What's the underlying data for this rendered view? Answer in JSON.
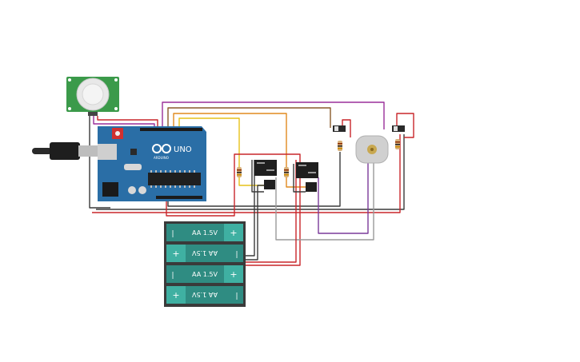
{
  "arduino": {
    "logo_text": "UNO",
    "brand_text": "ARDUINO"
  },
  "battery_pack": {
    "cells": [
      {
        "label": "AA 1.5V",
        "plus": "+",
        "minus": "|",
        "orientation": "normal"
      },
      {
        "label": "AA 1.5V",
        "plus": "+",
        "minus": "|",
        "orientation": "flipped"
      },
      {
        "label": "AA 1.5V",
        "plus": "+",
        "minus": "|",
        "orientation": "normal"
      },
      {
        "label": "AA 1.5V",
        "plus": "+",
        "minus": "|",
        "orientation": "flipped"
      }
    ]
  },
  "colors": {
    "board": "#2a6ea6",
    "battery": "#2f8c82",
    "battery_frame": "#3a3a3a",
    "pir": "#3b9a4a",
    "wire_red": "#c9262a",
    "wire_black": "#3a3a3a",
    "wire_purple": "#9a2f9a",
    "wire_brown": "#8a5a2a",
    "wire_orange": "#e08a1e",
    "wire_yellow": "#e6c21a",
    "wire_gray": "#9a9a9a",
    "wire_violet": "#7a3a9a"
  },
  "components": {
    "pir_sensor": "pir-motion-sensor",
    "motor": "dc-motor",
    "relays": [
      "relay-left",
      "relay-right"
    ],
    "slide_switches": [
      "switch-left",
      "switch-right"
    ],
    "resistors": [
      "resistor-1",
      "resistor-2",
      "resistor-3",
      "resistor-4"
    ]
  }
}
